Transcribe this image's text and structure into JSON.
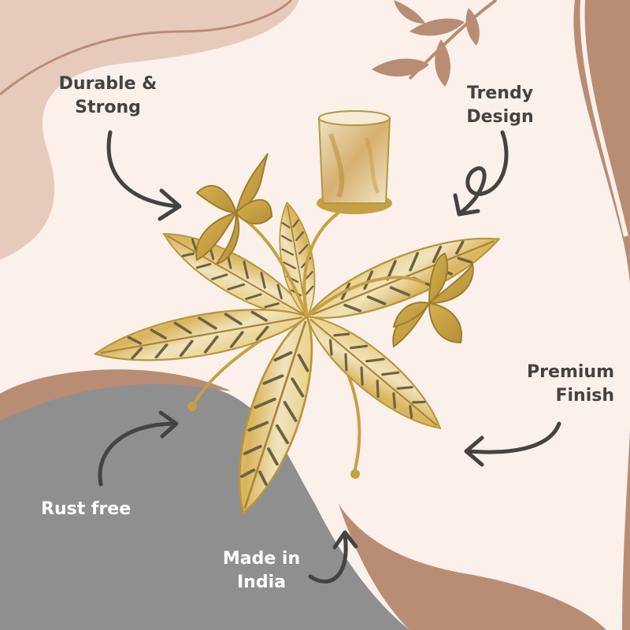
{
  "colors": {
    "background": "#fbf1ea",
    "blush_shape": "#e6cbbd",
    "brown_band": "#b98c74",
    "gray_shape": "#8f8f8f",
    "text_dark": "#434343",
    "text_light": "#ffffff",
    "arrow": "#434343",
    "metal_gold": "#c9a948"
  },
  "features": {
    "durable": {
      "line1": "Durable &",
      "line2": "Strong"
    },
    "trendy": {
      "line1": "Trendy",
      "line2": "Design"
    },
    "premium": {
      "line1": "Premium",
      "line2": "Finish"
    },
    "rust_free": {
      "label": "Rust free"
    },
    "made_in": {
      "line1": "Made in",
      "line2": "India"
    }
  },
  "icons": {
    "arrows": "curved-arrow-icon",
    "decoration": "leaf-sprig-icon"
  }
}
